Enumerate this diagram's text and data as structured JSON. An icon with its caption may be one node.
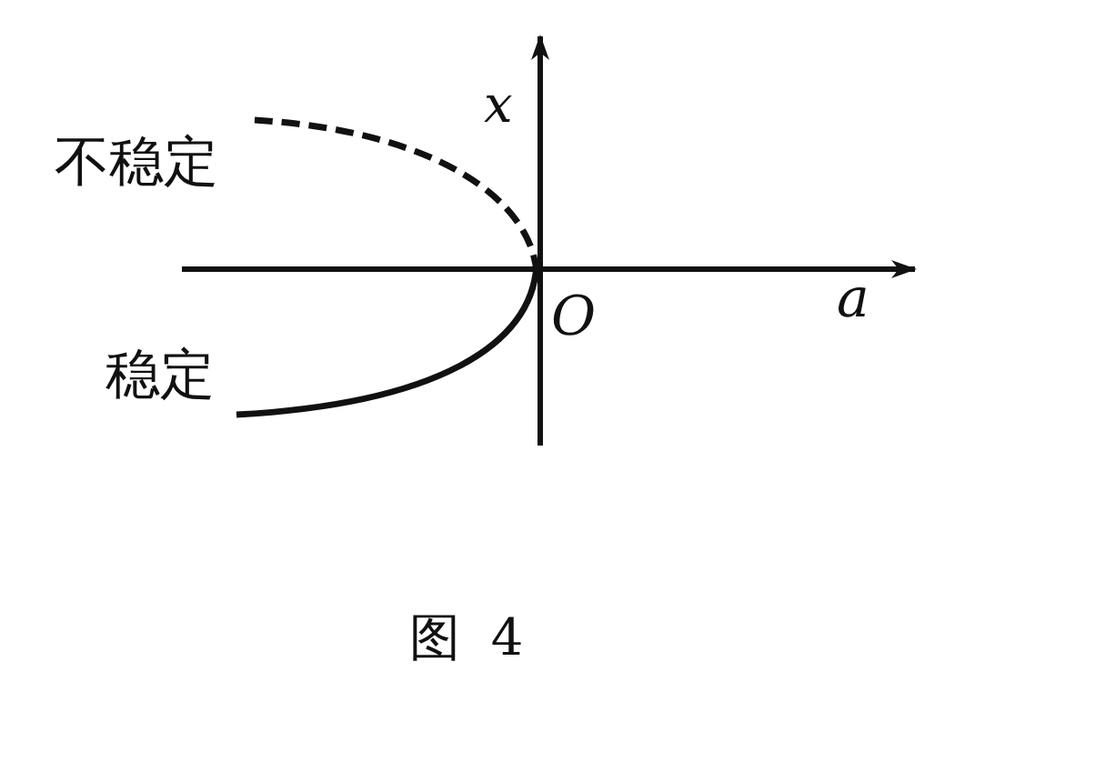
{
  "diagram": {
    "caption": "图 4",
    "labels": [
      "x",
      "不稳定",
      "O",
      "a",
      "稳定"
    ]
  }
}
